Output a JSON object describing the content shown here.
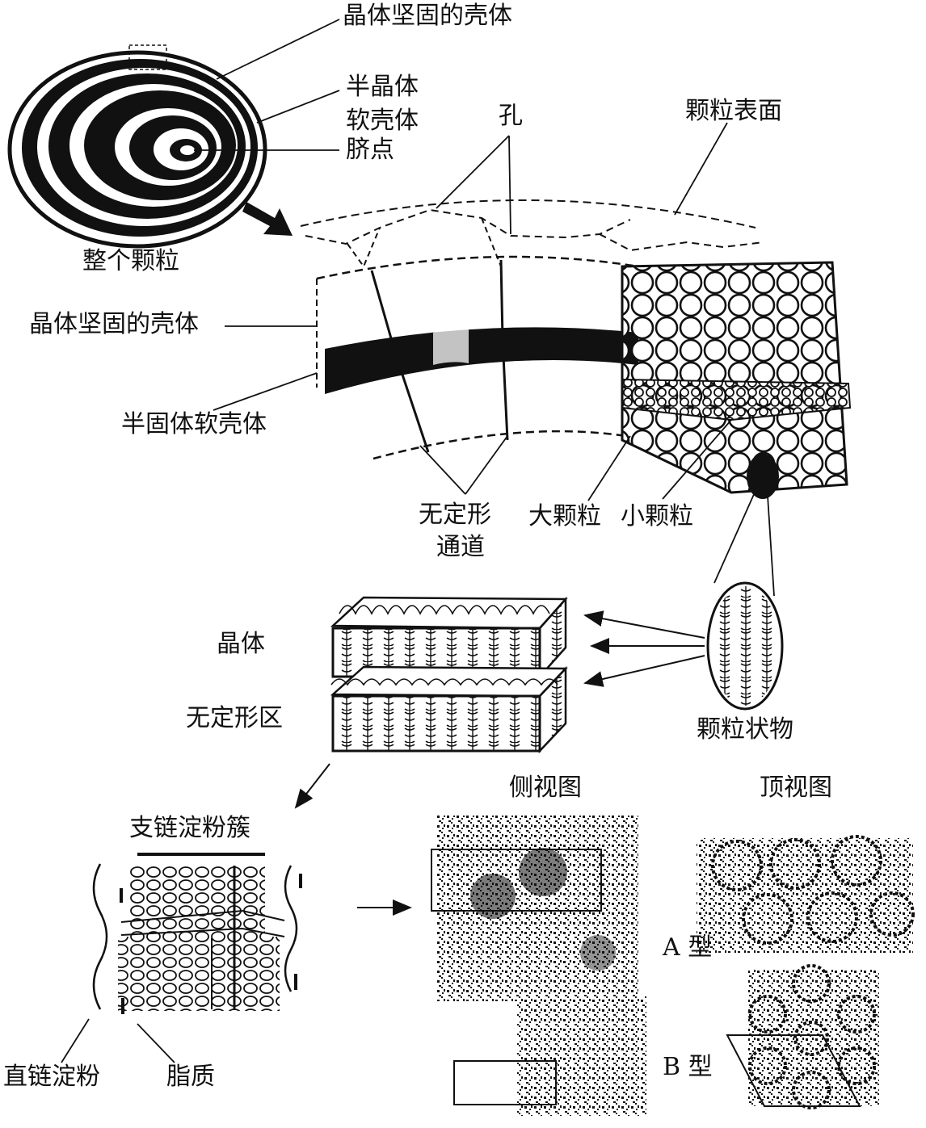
{
  "labels": {
    "rigid_shell_top": "晶体坚固的壳体",
    "semi_crystal": "半晶体",
    "soft_shell": "软壳体",
    "hilum": "脐点",
    "pore": "孔",
    "granule_surface": "颗粒表面",
    "whole_granule": "整个颗粒",
    "rigid_shell_left": "晶体坚固的壳体",
    "semi_solid_soft_shell": "半固体软壳体",
    "amorphous_channel_1": "无定形",
    "amorphous_channel_2": "通道",
    "large_granule": "大颗粒",
    "small_granule": "小颗粒",
    "crystal": "晶体",
    "amorphous_region": "无定形区",
    "granular_object": "颗粒状物",
    "amylopectin_cluster": "支链淀粉簇",
    "side_view": "侧视图",
    "top_view": "顶视图",
    "type_a": "A 型",
    "type_b": "B 型",
    "amylose": "直链淀粉",
    "lipid": "脂质"
  }
}
